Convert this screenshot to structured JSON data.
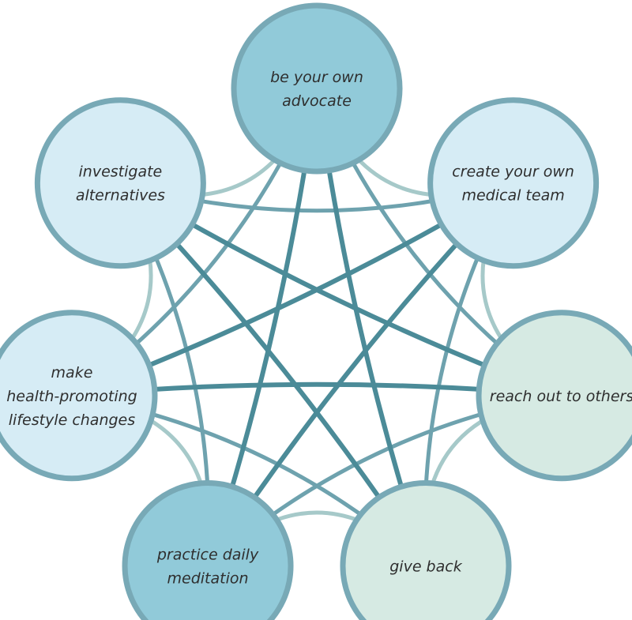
{
  "diagram": {
    "colors": {
      "ring": "#78a9b6",
      "dark_link": "#4b8b98",
      "mid_link": "#6ea2ae",
      "light_link": "#a6c9c9",
      "fill_dark": "#91cad9",
      "fill_light_blue": "#d6ecf5",
      "fill_light_green": "#d6eae3"
    },
    "nodes": [
      {
        "id": "advocate",
        "lines": [
          "be your own",
          "advocate"
        ],
        "fill": "fill_dark"
      },
      {
        "id": "medical-team",
        "lines": [
          "create your own",
          "medical team"
        ],
        "fill": "fill_light_blue"
      },
      {
        "id": "reach-out",
        "lines": [
          "reach out to others"
        ],
        "fill": "fill_light_green"
      },
      {
        "id": "give-back",
        "lines": [
          "give back"
        ],
        "fill": "fill_light_green"
      },
      {
        "id": "meditation",
        "lines": [
          "practice daily",
          "meditation"
        ],
        "fill": "fill_dark"
      },
      {
        "id": "lifestyle",
        "lines": [
          "make",
          "health-promoting",
          "lifestyle changes"
        ],
        "fill": "fill_light_blue"
      },
      {
        "id": "alternatives",
        "lines": [
          "investigate",
          "alternatives"
        ],
        "fill": "fill_light_blue"
      }
    ]
  }
}
